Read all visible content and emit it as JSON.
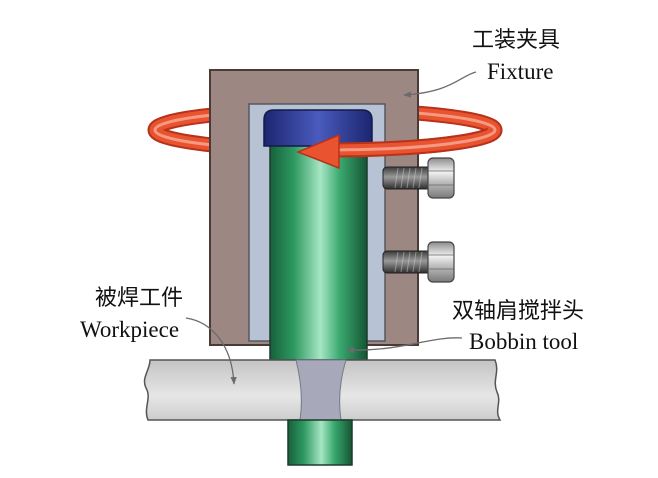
{
  "labels": {
    "fixture": {
      "zh": "工装夹具",
      "en": "Fixture"
    },
    "workpiece": {
      "zh": "被焊工件",
      "en": "Workpiece"
    },
    "bobbin_tool": {
      "zh": "双轴肩搅拌头",
      "en": "Bobbin tool"
    }
  },
  "colors": {
    "fixture": "#9d8782",
    "fixture_cavity": "#b8c2d5",
    "stir_zone": "#a7a9ba",
    "rotation_arrow": "#e9532f",
    "leader_line": "#6b6b6b"
  }
}
